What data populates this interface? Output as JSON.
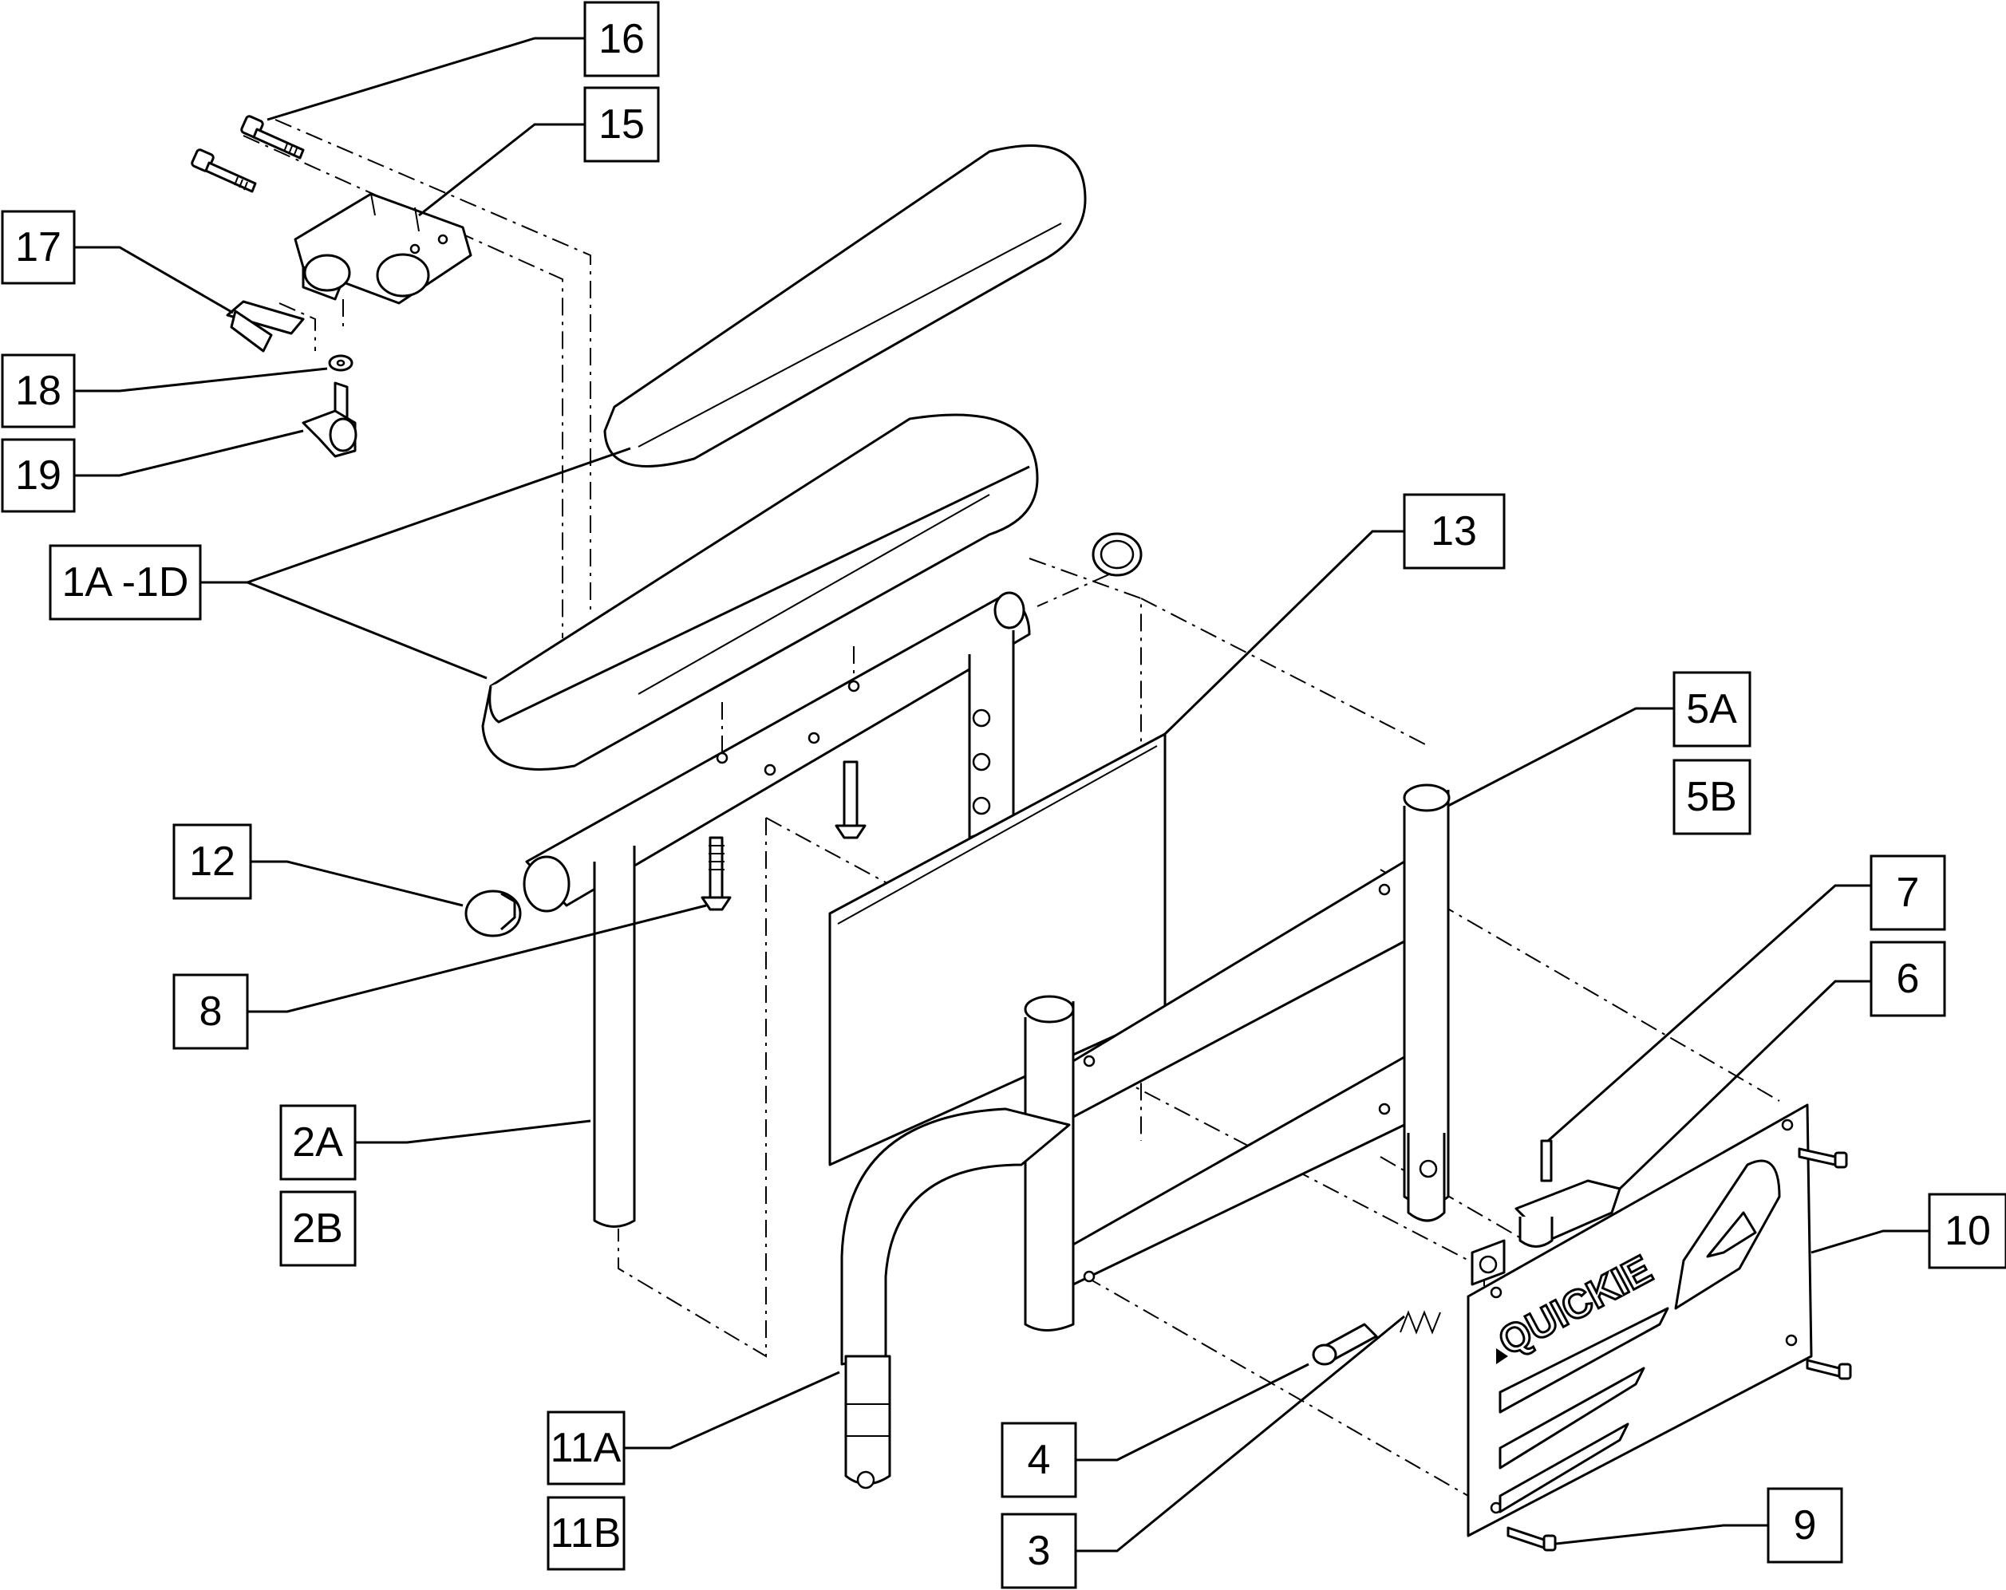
{
  "diagram": {
    "callouts": {
      "c16": "16",
      "c15": "15",
      "c17": "17",
      "c18": "18",
      "c19": "19",
      "c1a1d": "1A -1D",
      "c13": "13",
      "c5a": "5A",
      "c5b": "5B",
      "c12": "12",
      "c7": "7",
      "c6": "6",
      "c8": "8",
      "c2a": "2A",
      "c2b": "2B",
      "c10": "10",
      "c11a": "11A",
      "c11b": "11B",
      "c4": "4",
      "c3": "3",
      "c9": "9"
    },
    "logo_text": "QUICKIE"
  }
}
